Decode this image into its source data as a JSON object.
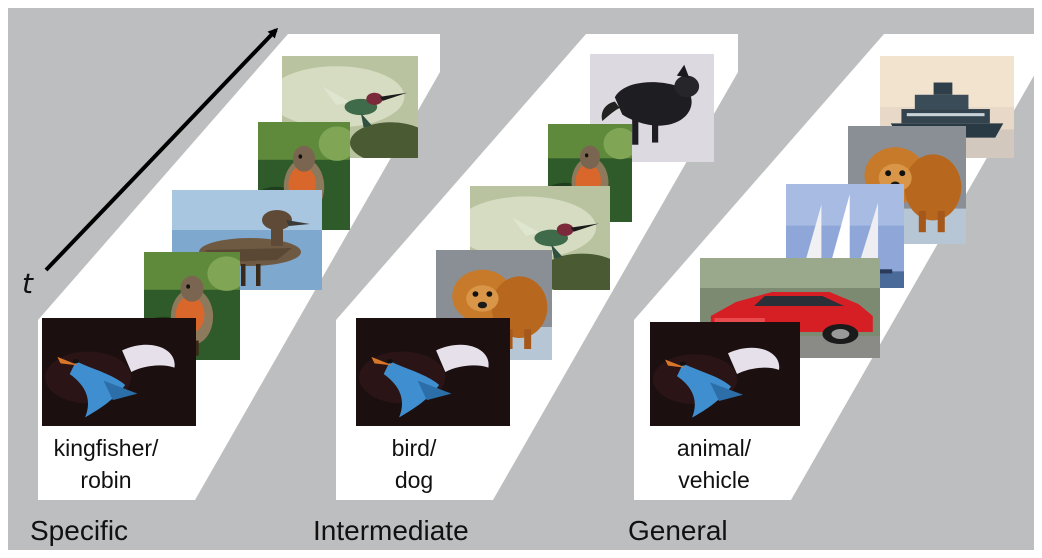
{
  "time_axis": {
    "label": "t"
  },
  "groups": [
    {
      "title": "Specific",
      "label_lines": [
        "kingfisher/",
        "robin"
      ],
      "stack": [
        "kingfisher",
        "robin",
        "duck",
        "robin",
        "hummingbird"
      ]
    },
    {
      "title": "Intermediate",
      "label_lines": [
        "bird/",
        "dog"
      ],
      "stack": [
        "kingfisher",
        "dog",
        "hummingbird",
        "robin",
        "dog"
      ]
    },
    {
      "title": "General",
      "label_lines": [
        "animal/",
        "vehicle"
      ],
      "stack": [
        "kingfisher",
        "car",
        "sailboats",
        "dog",
        "ferry"
      ]
    }
  ],
  "colors": {
    "background": "#bdbebf",
    "panel": "#ffffff",
    "arrow": "#000000"
  }
}
